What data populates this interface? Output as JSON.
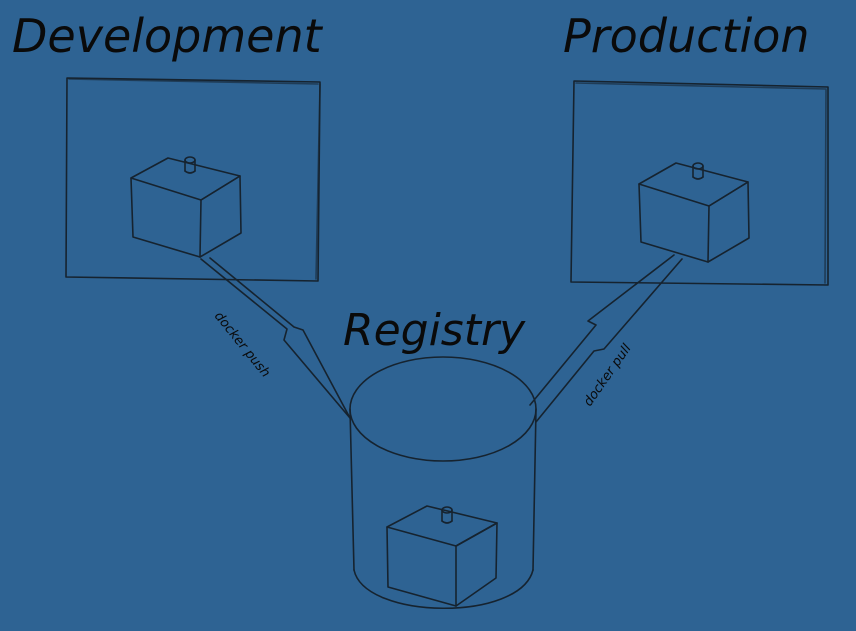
{
  "labels": {
    "development": "Development",
    "production": "Production",
    "registry": "Registry",
    "push": "docker push",
    "pull": "docker pull"
  },
  "colors": {
    "background": "#2e6393",
    "ink": "#16232f",
    "text": "#0a0a0a"
  },
  "icons": {
    "container": "container-cube-icon",
    "registry": "registry-cylinder-icon"
  }
}
